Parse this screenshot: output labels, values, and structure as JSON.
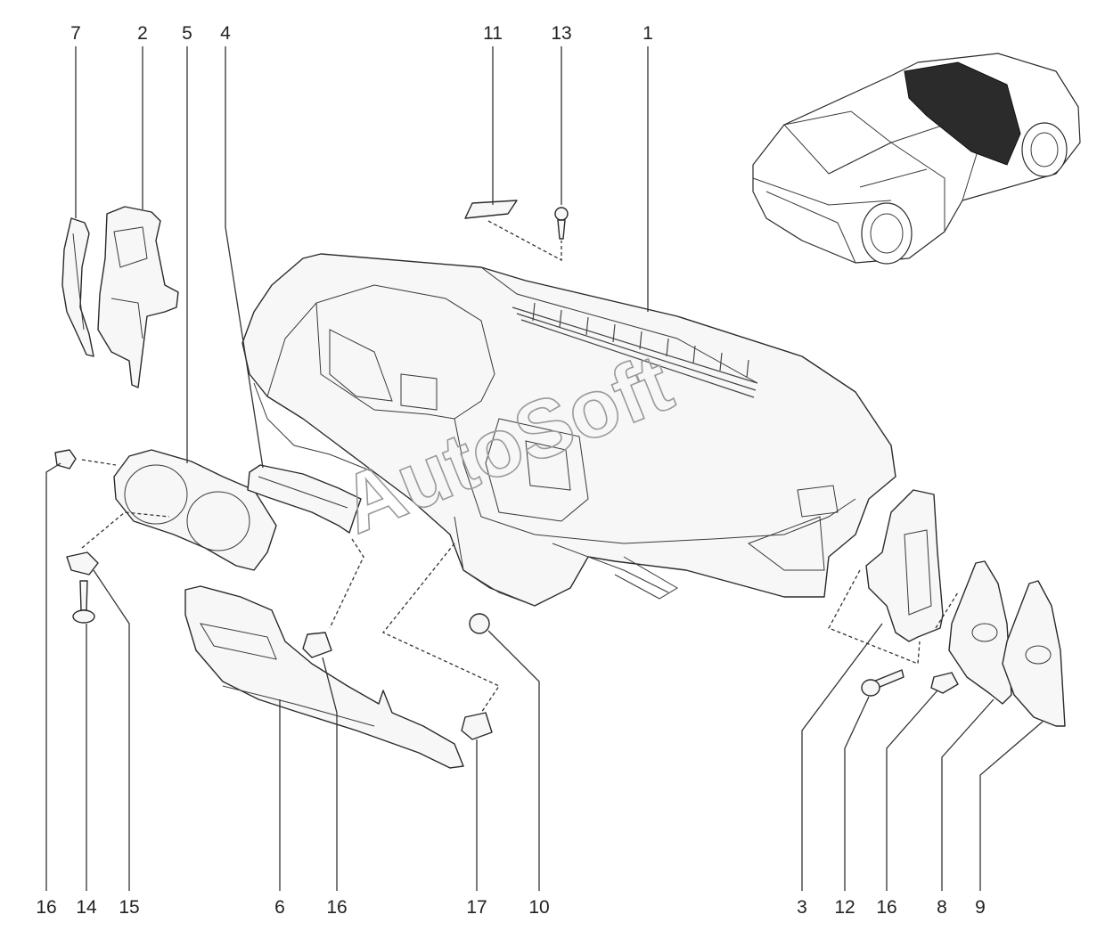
{
  "watermark": "AutoSoft",
  "callouts": {
    "c1": "1",
    "c2": "2",
    "c3": "3",
    "c4": "4",
    "c5": "5",
    "c6": "6",
    "c7": "7",
    "c8": "8",
    "c9": "9",
    "c10": "10",
    "c11": "11",
    "c12": "12",
    "c13": "13",
    "c14": "14",
    "c15": "15",
    "c16a": "16",
    "c16b": "16",
    "c16c": "16",
    "c17": "17"
  },
  "colors": {
    "line": "#2a2a2a",
    "watermark": "#9a9a9a",
    "background": "#ffffff"
  }
}
